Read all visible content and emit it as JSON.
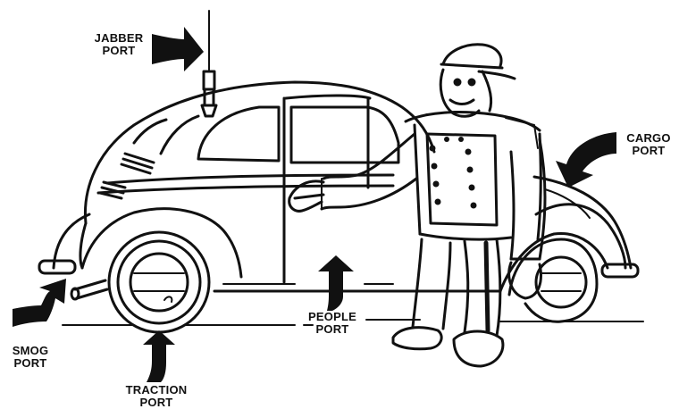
{
  "labels": {
    "jabber": {
      "line1": "JABBER",
      "line2": "PORT"
    },
    "cargo": {
      "line1": "CARGO",
      "line2": "PORT"
    },
    "people": {
      "line1": "PEOPLE",
      "line2": "PORT"
    },
    "smog": {
      "line1": "SMOG",
      "line2": "PORT"
    },
    "traction": {
      "line1": "TRACTION",
      "line2": "PORT"
    }
  },
  "colors": {
    "ink": "#111111",
    "paper": "#ffffff"
  }
}
